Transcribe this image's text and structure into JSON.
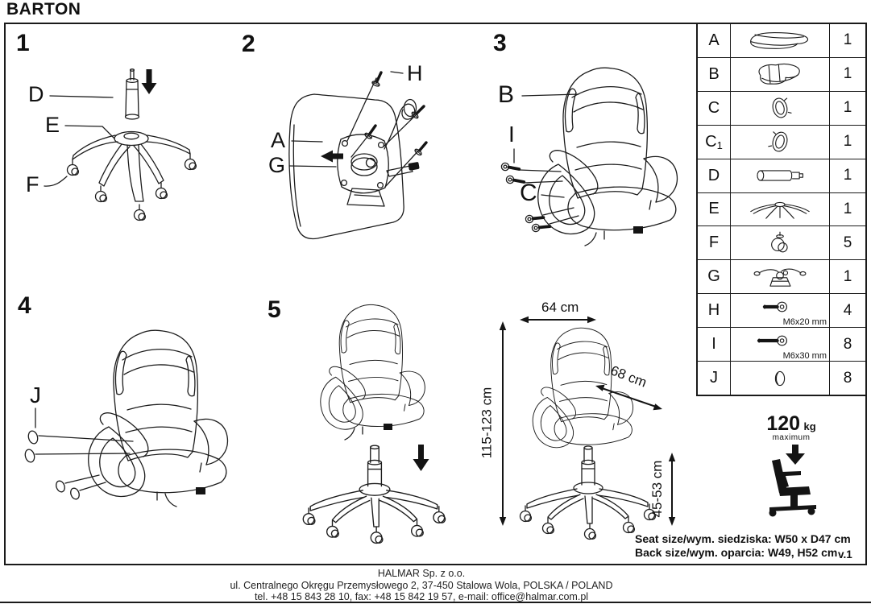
{
  "title": "BARTON",
  "steps": {
    "s1": {
      "number": "1",
      "label_d": "D",
      "label_e": "E",
      "label_f": "F"
    },
    "s2": {
      "number": "2",
      "label_a": "A",
      "label_g": "G",
      "label_h": "H"
    },
    "s3": {
      "number": "3",
      "label_b": "B",
      "label_i": "I",
      "label_c": "C"
    },
    "s4": {
      "number": "4",
      "label_j": "J"
    },
    "s5": {
      "number": "5"
    }
  },
  "dims": {
    "width": "64 cm",
    "depth": "68 cm",
    "height": "115-123 cm",
    "seat_height": "45-53 cm"
  },
  "parts_table": {
    "rows": [
      {
        "letter": "A",
        "sub": "",
        "icon": "seat-cushion-icon",
        "qty": "1",
        "caption": ""
      },
      {
        "letter": "B",
        "sub": "",
        "icon": "backrest-icon",
        "qty": "1",
        "caption": ""
      },
      {
        "letter": "C",
        "sub": "",
        "icon": "armrest-left-icon",
        "qty": "1",
        "caption": ""
      },
      {
        "letter": "C",
        "sub": "1",
        "icon": "armrest-right-icon",
        "qty": "1",
        "caption": ""
      },
      {
        "letter": "D",
        "sub": "",
        "icon": "gas-lift-icon",
        "qty": "1",
        "caption": ""
      },
      {
        "letter": "E",
        "sub": "",
        "icon": "base-star-icon",
        "qty": "1",
        "caption": ""
      },
      {
        "letter": "F",
        "sub": "",
        "icon": "caster-icon",
        "qty": "5",
        "caption": ""
      },
      {
        "letter": "G",
        "sub": "",
        "icon": "tilt-mechanism-icon",
        "qty": "1",
        "caption": ""
      },
      {
        "letter": "H",
        "sub": "",
        "icon": "bolt-short-icon",
        "qty": "4",
        "caption": "M6x20 mm"
      },
      {
        "letter": "I",
        "sub": "",
        "icon": "bolt-long-icon",
        "qty": "8",
        "caption": "M6x30 mm"
      },
      {
        "letter": "J",
        "sub": "",
        "icon": "cap-icon",
        "qty": "8",
        "caption": ""
      }
    ]
  },
  "weight": {
    "value": "120",
    "unit": "kg",
    "note": "maximum"
  },
  "size_info": {
    "seat": "Seat size/wym. siedziska: W50 x D47 cm",
    "back": "Back size/wym. oparcia: W49, H52 cm",
    "version": "v.1"
  },
  "footer": {
    "company": "HALMAR Sp. z o.o.",
    "address": "ul. Centralnego Okręgu Przemysłowego 2, 37-450 Stalowa Wola, POLSKA / POLAND",
    "contact": "tel. +48 15 843 28 10, fax: +48 15 842 19 57, e-mail: office@halmar.com.pl"
  },
  "colors": {
    "ink": "#1c1c1c",
    "paper": "#ffffff"
  }
}
